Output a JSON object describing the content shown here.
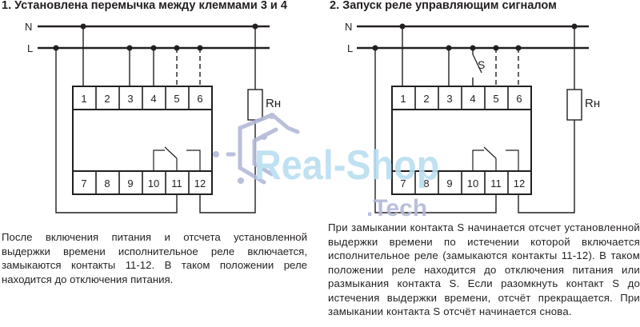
{
  "diagram1": {
    "title": "1. Установлена перемычка между  клеммами 3 и 4",
    "line_n": "N",
    "line_l": "L",
    "top_terminals": [
      "1",
      "2",
      "3",
      "4",
      "5",
      "6"
    ],
    "bottom_terminals": [
      "7",
      "8",
      "9",
      "10",
      "11",
      "12"
    ],
    "load_label": "Rн",
    "description": "После включения питания и отсчета установленной выдержки времени исполнительное реле включается, замыкаются контакты 11-12. В таком положении реле находится до отключения питания."
  },
  "diagram2": {
    "title": "2. Запуск реле управляющим сигналом",
    "line_n": "N",
    "line_l": "L",
    "switch_label": "S",
    "top_terminals": [
      "1",
      "2",
      "3",
      "4",
      "5",
      "6"
    ],
    "bottom_terminals": [
      "7",
      "8",
      "9",
      "10",
      "11",
      "12"
    ],
    "load_label": "Rн",
    "description": "При замыкании контакта S начинается отсчет установленной выдержки времени по истечении которой включается исполнительное реле (замыкаются контакты 11-12). В таком положении реле находится до отключения питания или размыкания контакта S. Если разомкнуть контакт S до истечения выдержки времени, отсчёт прекращается. При замыкании контакта S отсчёт начинается снова."
  },
  "watermark": {
    "text_main": "Real-Shop",
    "text_sub": ".Tech",
    "color_main": "#b9def0",
    "color_sub": "#b3b9d8"
  },
  "colors": {
    "line": "#231f20",
    "thin": "#3a3a3a"
  }
}
